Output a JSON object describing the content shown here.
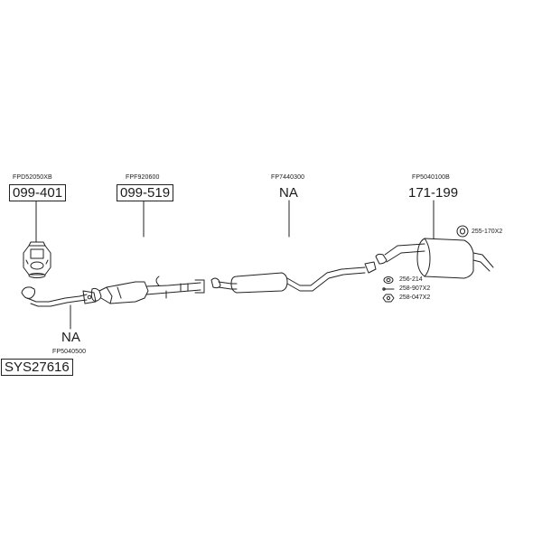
{
  "diagram": {
    "groups": [
      {
        "ref": "FPD52050XB",
        "number": "099-401"
      },
      {
        "ref": "FPF920600",
        "number": "099-519"
      },
      {
        "ref": "FP7440300",
        "number": "NA"
      },
      {
        "ref": "FP5040100B",
        "number": "171-199"
      },
      {
        "ref": "FP5040500",
        "number": "NA"
      }
    ],
    "hardware": [
      {
        "label": "255-170X2"
      },
      {
        "label": "256-214"
      },
      {
        "label": "258-907X2"
      },
      {
        "label": "258-047X2"
      }
    ],
    "system_code": "SYS27616"
  }
}
